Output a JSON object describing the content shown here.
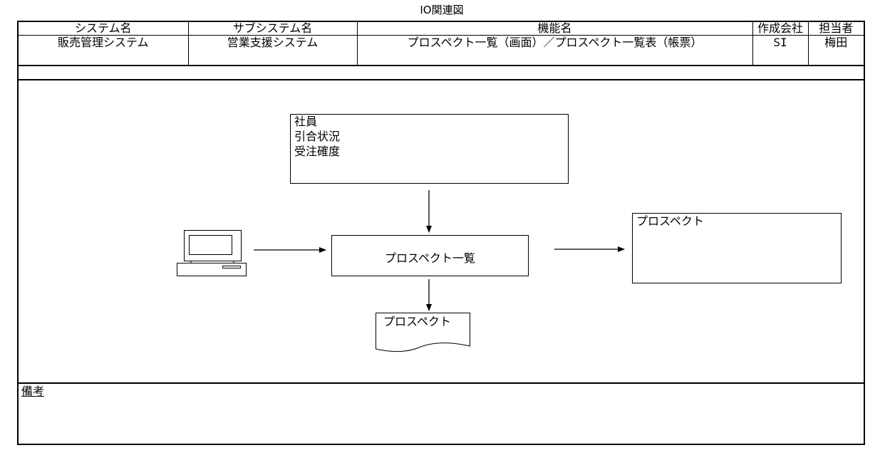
{
  "document": {
    "title": "IO関連図"
  },
  "header": {
    "labels": {
      "system": "システム名",
      "subsystem": "サブシステム名",
      "function": "機能名",
      "company": "作成会社",
      "person": "担当者"
    },
    "values": {
      "system": "販売管理システム",
      "subsystem": "営業支援システム",
      "function": "プロスペクト一覧（画面）／プロスペクト一覧表（帳票）",
      "company": "SI",
      "person": "梅田"
    }
  },
  "diagram": {
    "input_data": {
      "lines": [
        "社員",
        "引合状況",
        "受注確度"
      ]
    },
    "process": {
      "label": "プロスペクト一覧"
    },
    "output_data": {
      "label": "プロスペクト"
    },
    "report": {
      "label": "プロスペクト"
    },
    "terminal": {
      "icon": "computer-terminal-icon"
    }
  },
  "remarks": {
    "label": "備考"
  }
}
